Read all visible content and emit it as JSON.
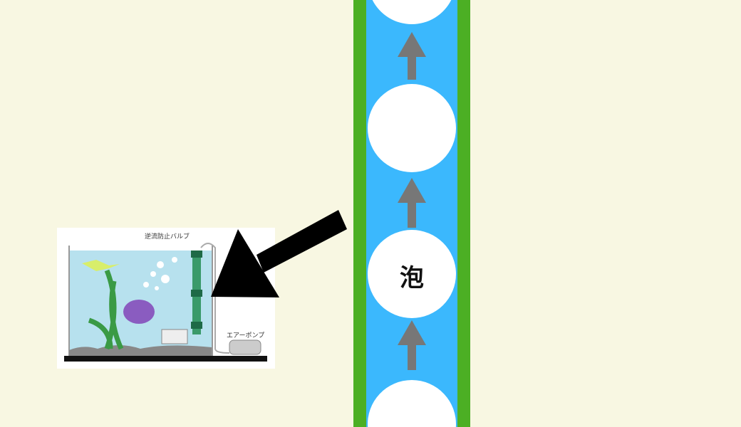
{
  "bubble_label": "泡",
  "aquarium": {
    "valve_label": "逆流防止バルブ",
    "pump_label": "エアーポンプ"
  },
  "colors": {
    "background": "#f8f7e2",
    "tube_border": "#4caf24",
    "tube_water": "#3bb8fd",
    "arrow": "#777777",
    "pointer": "#000000"
  }
}
